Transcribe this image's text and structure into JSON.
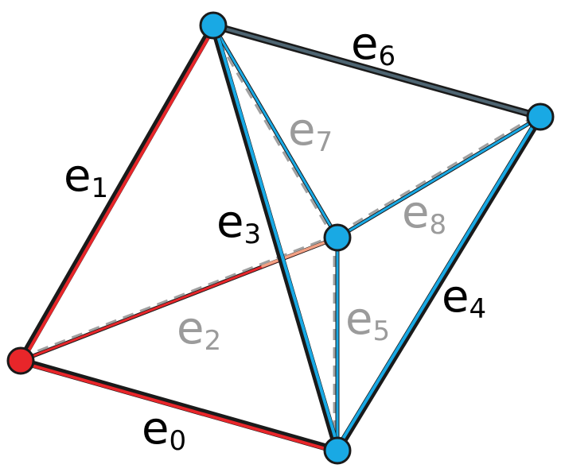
{
  "colors": {
    "red": "#e8262a",
    "blue": "#19a9e4",
    "dark": "#1a1a1a",
    "slate": "#4e6572",
    "gray_dash": "#a0a0a0",
    "salmon": "#f2a184",
    "label_black": "#000000",
    "label_gray": "#9b9b9b"
  },
  "edges": [
    {
      "id": "e0",
      "letter": "e",
      "subscript": "0"
    },
    {
      "id": "e1",
      "letter": "e",
      "subscript": "1"
    },
    {
      "id": "e2",
      "letter": "e",
      "subscript": "2"
    },
    {
      "id": "e3",
      "letter": "e",
      "subscript": "3"
    },
    {
      "id": "e4",
      "letter": "e",
      "subscript": "4"
    },
    {
      "id": "e5",
      "letter": "e",
      "subscript": "5"
    },
    {
      "id": "e6",
      "letter": "e",
      "subscript": "6"
    },
    {
      "id": "e7",
      "letter": "e",
      "subscript": "7"
    },
    {
      "id": "e8",
      "letter": "e",
      "subscript": "8"
    }
  ]
}
